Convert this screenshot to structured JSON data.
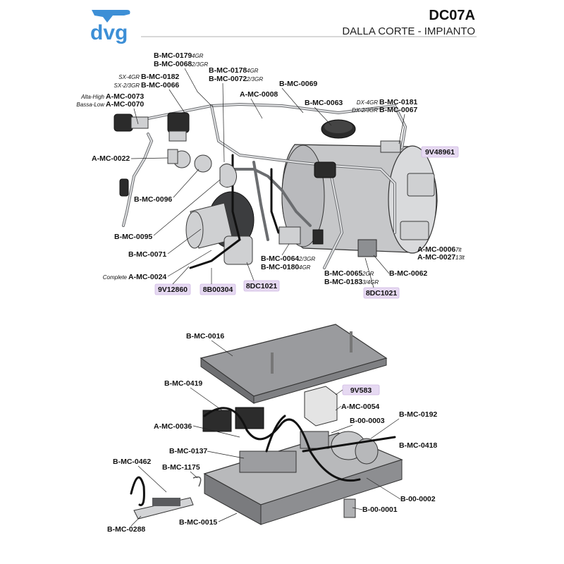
{
  "header": {
    "logo_text": "dvg",
    "model_code": "DC07A",
    "subtitle": "DALLA CORTE - IMPIANTO"
  },
  "colors": {
    "logo_blue": "#3d8fd6",
    "badge_fill": "#e6d9f2",
    "rule_line": "#999999"
  },
  "top_labels": {
    "bmc0179": "B-MC-0179",
    "bmc0179_n": "4GR",
    "bmc0068": "B-MC-0068",
    "bmc0068_n": "2/3GR",
    "bmc0182_p": "SX-4GR",
    "bmc0182": "B-MC-0182",
    "bmc0066_p": "SX-2/3GR",
    "bmc0066": "B-MC-0066",
    "bmc0178": "B-MC-0178",
    "bmc0178_n": "4GR",
    "bmc0072": "B-MC-0072",
    "bmc0072_n": "2/3GR",
    "bmc0069": "B-MC-0069",
    "amc0008": "A-MC-0008",
    "amc0073_p": "Alta-High",
    "amc0073": "A-MC-0073",
    "amc0070_p": "Bassa-Low",
    "amc0070": "A-MC-0070",
    "bmc0063": "B-MC-0063",
    "bmc0181_p": "DX-4GR",
    "bmc0181": "B-MC-0181",
    "bmc0067_p": "DX-2/3GR",
    "bmc0067": "B-MC-0067",
    "amc0022": "A-MC-0022",
    "bmc0096": "B-MC-0096",
    "bmc0095": "B-MC-0095",
    "bmc0071": "B-MC-0071",
    "amc0024_p": "Complete",
    "amc0024": "A-MC-0024",
    "bmc0064": "B-MC-0064",
    "bmc0064_n": "2/3GR",
    "bmc0180": "B-MC-0180",
    "bmc0180_n": "4GR",
    "bmc0065": "B-MC-0065",
    "bmc0065_n": "2GR",
    "bmc0183": "B-MC-0183",
    "bmc0183_n": "3/4GR",
    "bmc0062": "B-MC-0062",
    "amc0006": "A-MC-0006",
    "amc0006_n": "7lt",
    "amc0027": "A-MC-0027",
    "amc0027_n": "13lt"
  },
  "top_badges": {
    "v48961": "9V48961",
    "v12860": "9V12860",
    "b00304": "8B00304",
    "dc1021a": "8DC1021",
    "dc1021b": "8DC1021"
  },
  "bottom_labels": {
    "bmc0016": "B-MC-0016",
    "bmc0419": "B-MC-0419",
    "amc0054": "A-MC-0054",
    "bmc0192": "B-MC-0192",
    "b000003": "B-00-0003",
    "amc0036": "A-MC-0036",
    "bmc0418": "B-MC-0418",
    "bmc0137": "B-MC-0137",
    "bmc0462": "B-MC-0462",
    "bmc1175": "B-MC-1175",
    "b000002": "B-00-0002",
    "b000001": "B-00-0001",
    "bmc0015": "B-MC-0015",
    "bmc0288": "B-MC-0288"
  },
  "bottom_badges": {
    "v583": "9V583"
  }
}
